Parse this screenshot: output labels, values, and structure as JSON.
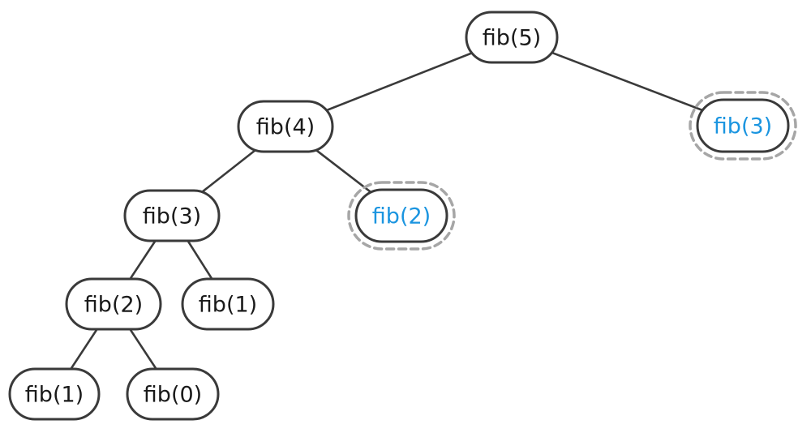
{
  "colors": {
    "stroke": "#3a3a3a",
    "text": "#1a1a1a",
    "memo_text": "#1b95e0",
    "memo_ring": "#a6a6a6",
    "background": "#ffffff"
  },
  "nodes": [
    {
      "id": "n1",
      "label": "fib(5)",
      "memoized": false
    },
    {
      "id": "n2",
      "label": "fib(4)",
      "memoized": false
    },
    {
      "id": "n3",
      "label": "fib(3)",
      "memoized": true
    },
    {
      "id": "n4",
      "label": "fib(3)",
      "memoized": false
    },
    {
      "id": "n5",
      "label": "fib(2)",
      "memoized": true
    },
    {
      "id": "n6",
      "label": "fib(2)",
      "memoized": false
    },
    {
      "id": "n7",
      "label": "fib(1)",
      "memoized": false
    },
    {
      "id": "n8",
      "label": "fib(1)",
      "memoized": false
    },
    {
      "id": "n9",
      "label": "fib(0)",
      "memoized": false
    }
  ],
  "edges": [
    {
      "from": "n1",
      "to": "n2"
    },
    {
      "from": "n1",
      "to": "n3"
    },
    {
      "from": "n2",
      "to": "n4"
    },
    {
      "from": "n2",
      "to": "n5"
    },
    {
      "from": "n4",
      "to": "n6"
    },
    {
      "from": "n4",
      "to": "n7"
    },
    {
      "from": "n6",
      "to": "n8"
    },
    {
      "from": "n6",
      "to": "n9"
    }
  ]
}
